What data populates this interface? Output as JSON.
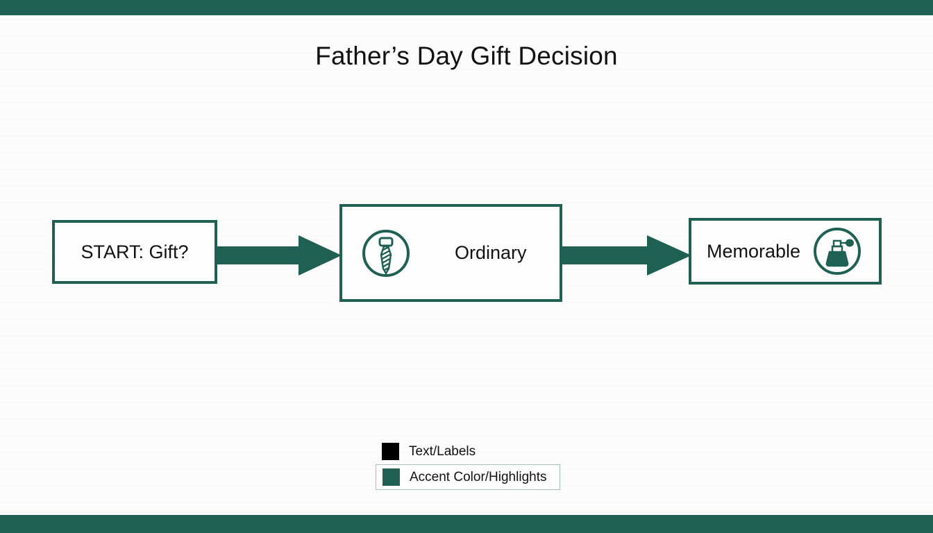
{
  "slide": {
    "title": "Father’s Day Gift Decision",
    "background_color": "#FDFDFD",
    "accent_color": "#1F6153",
    "text_color": "#111111"
  },
  "bands": {
    "top": {
      "name": "top-accent-band",
      "color": "#1F6153"
    },
    "bottom": {
      "name": "bottom-accent-band",
      "color": "#1F6153"
    }
  },
  "flow": {
    "nodes": [
      {
        "id": "start",
        "label": "START: Gift?",
        "icon": null,
        "border_color": "#1F6153",
        "fill": "#FFFFFF"
      },
      {
        "id": "ordinary",
        "label": "Ordinary",
        "icon": "necktie-icon",
        "border_color": "#1F6153",
        "fill": "#FFFFFF"
      },
      {
        "id": "memorable",
        "label": "Memorable",
        "icon": "perfume-bottle-icon",
        "border_color": "#1F6153",
        "fill": "#FFFFFF"
      }
    ],
    "arrows": [
      {
        "id": "arrow-1",
        "from": "start",
        "to": "ordinary",
        "direction": "right",
        "color": "#1F6153"
      },
      {
        "id": "arrow-2",
        "from": "ordinary",
        "to": "memorable",
        "direction": "right",
        "color": "#1F6153"
      }
    ]
  },
  "legend": {
    "items": [
      {
        "label": "Text/Labels",
        "swatch_color": "#000000",
        "boxed": false
      },
      {
        "label": "Accent Color/Highlights",
        "swatch_color": "#1F6153",
        "boxed": true
      }
    ]
  }
}
